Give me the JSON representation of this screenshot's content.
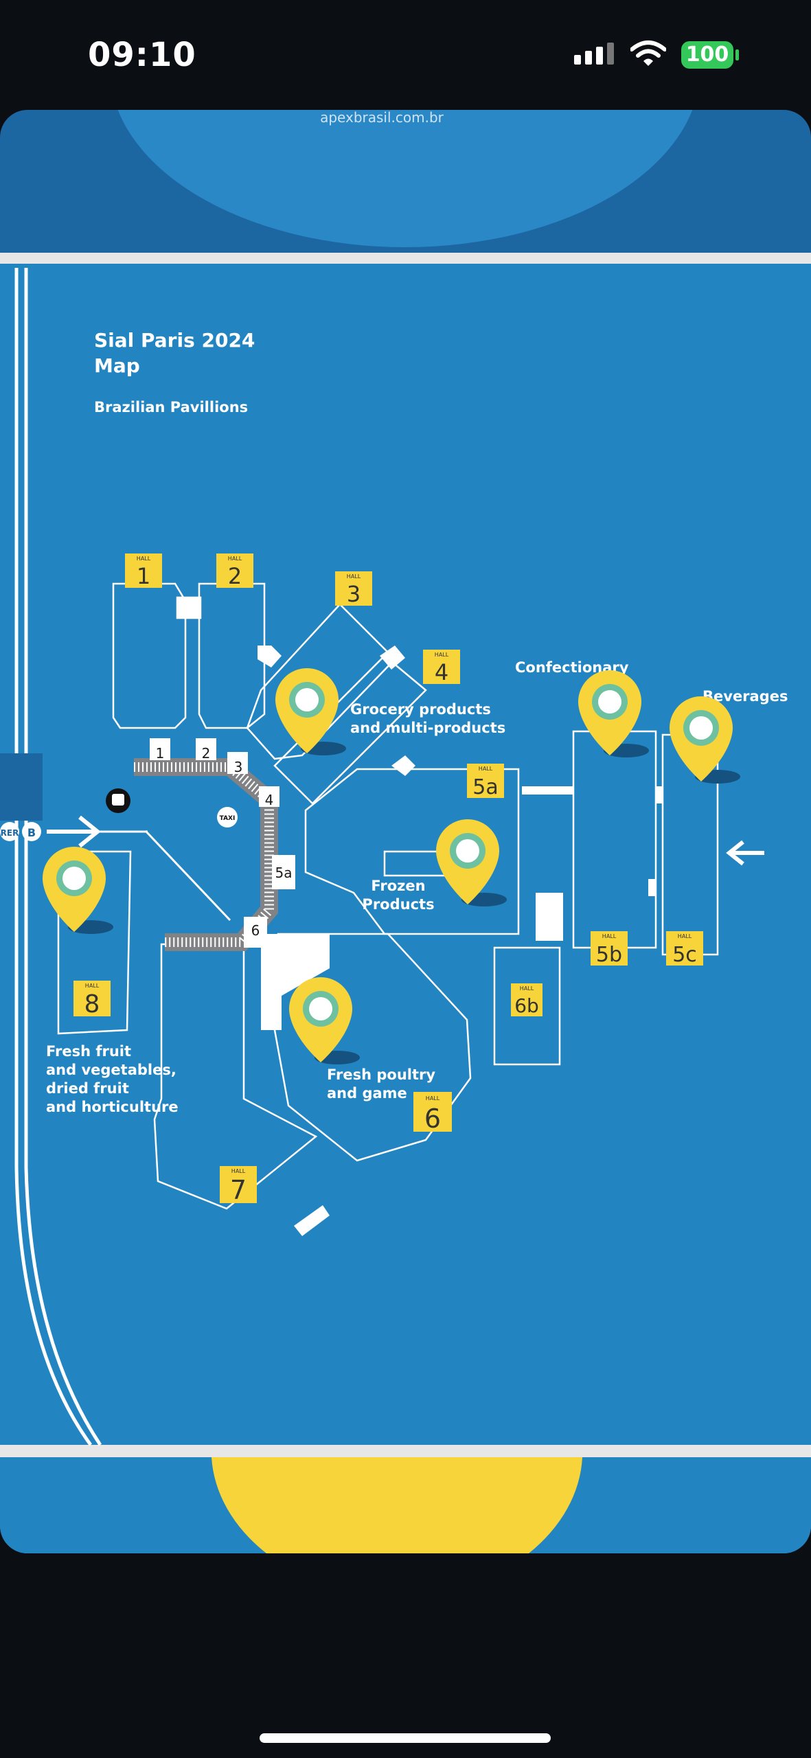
{
  "status_bar": {
    "time": "09:10",
    "battery": "100"
  },
  "map": {
    "header_url": "apexbrasil.com.br",
    "title_line1": "Sial Paris 2024",
    "title_line2": "Map",
    "subtitle": "Brazilian Pavillions",
    "transit": {
      "rer": "RER",
      "line": "B",
      "taxi": "TAXI"
    },
    "hall_word": "HALL",
    "halls": [
      "1",
      "2",
      "3",
      "4",
      "5a",
      "5b",
      "5c",
      "6",
      "6b",
      "7",
      "8"
    ],
    "entrance_labels": [
      "1",
      "2",
      "3",
      "4",
      "5a",
      "6"
    ],
    "sectors": {
      "grocery": [
        "Grocery products",
        "and multi-products"
      ],
      "confectionary": "Confectionary",
      "beverages": "Beverages",
      "frozen": [
        "Frozen",
        "Products"
      ],
      "fruit": [
        "Fresh fruit",
        "and vegetables,",
        "dried fruit",
        "and horticulture"
      ],
      "poultry": [
        "Fresh poultry",
        "and game"
      ]
    },
    "colors": {
      "background": "#2285c2",
      "header_band": "#1c66a2",
      "header_circle": "#2a88c6",
      "yellow": "#f7d43a",
      "pin_ring": "#6ec1a0",
      "building_line": "#ffffff"
    }
  }
}
